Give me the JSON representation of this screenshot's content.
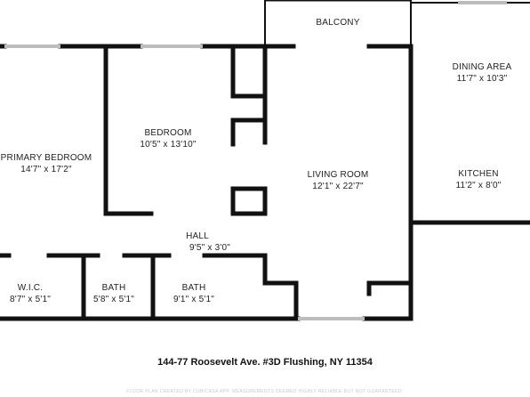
{
  "floor_plan": {
    "rooms": [
      {
        "id": "balcony",
        "name": "BALCONY",
        "dims": ""
      },
      {
        "id": "dining-area",
        "name": "DINING AREA",
        "dims": "11'7\" x 10'3\""
      },
      {
        "id": "bedroom",
        "name": "BEDROOM",
        "dims": "10'5\" x 13'10\""
      },
      {
        "id": "primary-bedroom",
        "name": "PRIMARY BEDROOM",
        "dims": "14'7\" x 17'2\""
      },
      {
        "id": "living-room",
        "name": "LIVING ROOM",
        "dims": "12'1\" x 22'7\""
      },
      {
        "id": "kitchen",
        "name": "KITCHEN",
        "dims": "11'2\" x 8'0\""
      },
      {
        "id": "hall",
        "name": "HALL",
        "dims": "9'5\" x 3'0\""
      },
      {
        "id": "wic",
        "name": "W.I.C.",
        "dims": "8'7\" x 5'1\""
      },
      {
        "id": "bath-1",
        "name": "BATH",
        "dims": "5'8\" x 5'1\""
      },
      {
        "id": "bath-2",
        "name": "BATH",
        "dims": "9'1\" x 5'1\""
      }
    ],
    "address": "144-77 Roosevelt Ave. #3D Flushing, NY 11354",
    "disclaimer": "FLOOR PLAN CREATED BY CUBICASA APP. MEASUREMENTS DEEMED HIGHLY RELIABLE BUT NOT GUARANTEED.",
    "colors": {
      "wall": "#111111",
      "window": "#bdbdbd",
      "background": "#ffffff"
    }
  }
}
